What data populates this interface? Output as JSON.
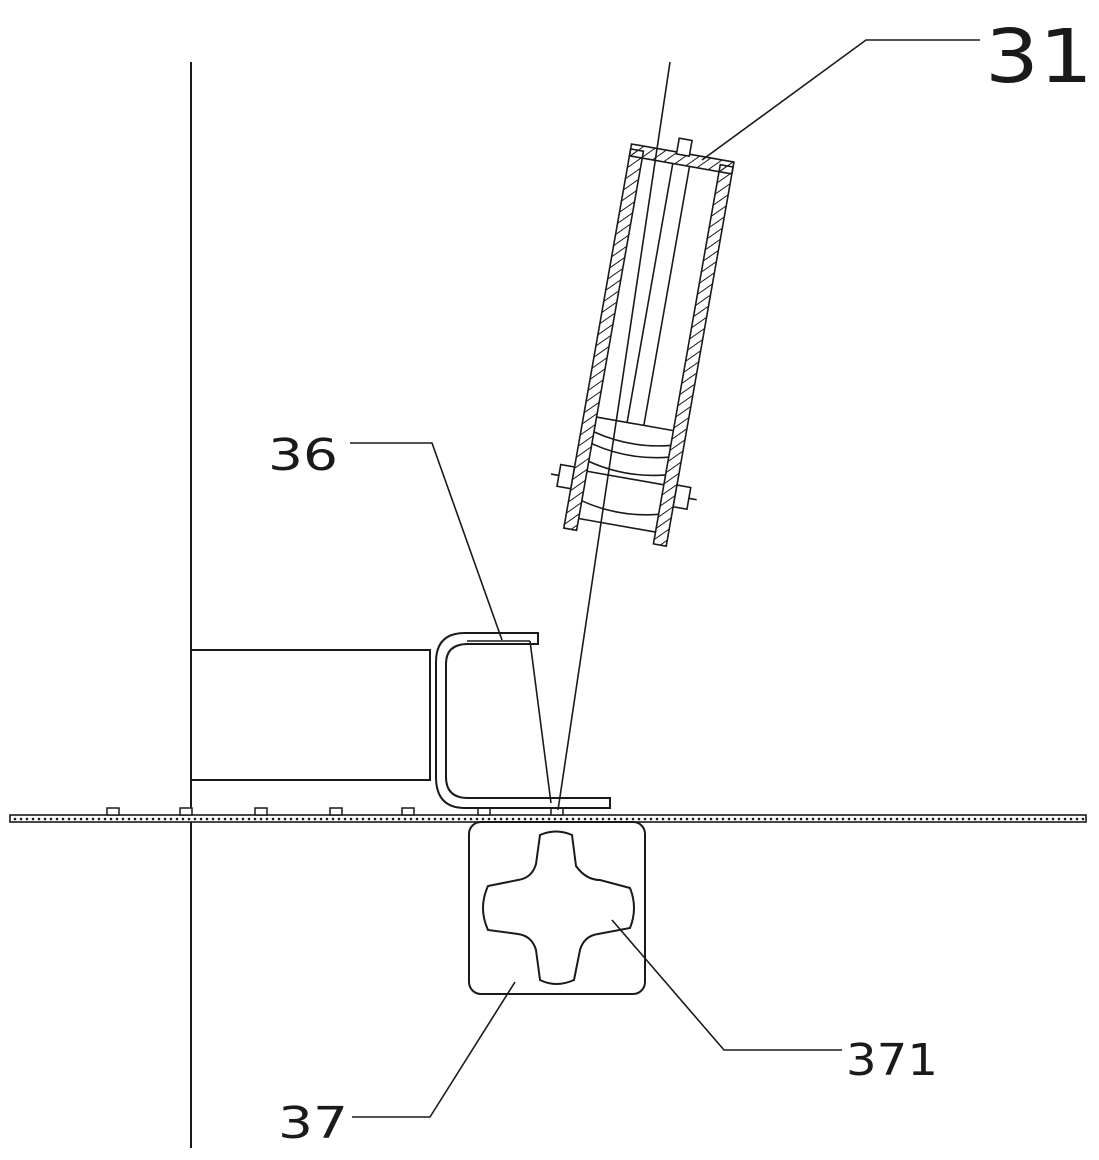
{
  "labels": {
    "cylinder": "31",
    "bracket": "36",
    "block": "37",
    "cross_hole": "371"
  },
  "colors": {
    "line": "#1a1a1a",
    "background": "#ffffff"
  }
}
